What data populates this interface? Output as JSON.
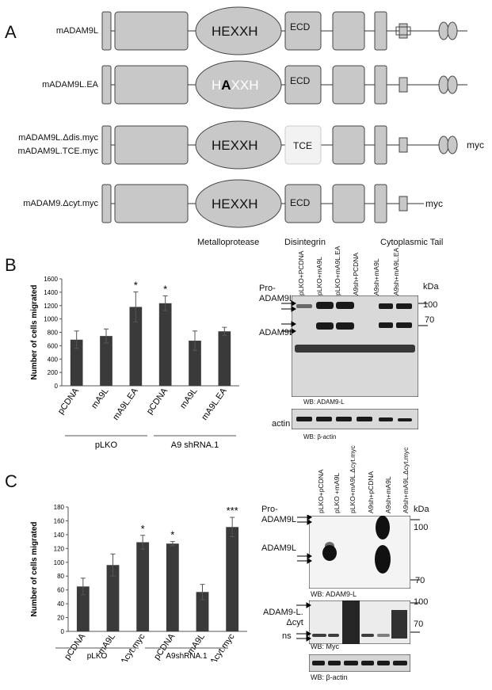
{
  "panelA": {
    "letter": "A",
    "rows": [
      "mADAM9L",
      "mADAM9L.EA",
      "mADAM9L.Δdis.myc",
      "mADAM9L.TCE.myc",
      "mADAM9.Δcyt.myc"
    ],
    "hexxh": "HEXXH",
    "hexxh_mut_prefix": "H",
    "hexxh_mut_letter": "A",
    "hexxh_mut_suffix": "XXH",
    "ecd": "ECD",
    "tce": "TCE",
    "myc": "myc",
    "domain_labels": [
      "Metalloprotease",
      "Disintegrin",
      "Cytoplasmic Tail"
    ]
  },
  "panelB": {
    "letter": "B",
    "blot_lanes": [
      "pLKO+PCDNA",
      "pLKO+mA9L",
      "pLKO+mA9L.EA",
      "A9sh+PCDNA",
      "A9sh+mA9L",
      "A9sh+mA9L.EA"
    ],
    "kda": "kDa",
    "markers": [
      "100",
      "70"
    ],
    "pro_label": "Pro-\nADAM9L",
    "mature_label": "ADAM9L",
    "wb1": "WB: ADAM9-L",
    "actin": "actin",
    "wb2": "WB: β-actin",
    "groups": [
      "pLKO",
      "A9 shRNA.1"
    ]
  },
  "panelC": {
    "letter": "C",
    "blot_lanes": [
      "pLKO+pCDNA",
      "pLKO +mA9L",
      "pLKO+mA9L.Δcyt.myc",
      "A9sh+pCDNA",
      "A9sh+mA9L",
      "A9sh+mA9L.Δcyt.myc"
    ],
    "kda": "kDa",
    "markers_top": [
      "100",
      "70"
    ],
    "markers_mid": [
      "100",
      "70"
    ],
    "pro_label": "Pro-\nADAM9L",
    "mature_label": "ADAM9L",
    "wb1": "WB: ADAM9-L",
    "cyt_label": "ADAM9-L.\nΔcyt",
    "ns_label": "ns",
    "wb2": "WB: Myc",
    "wb3": "WB: β-actin",
    "groups": [
      "pLKO",
      "A9shRNA.1"
    ]
  },
  "chart_data": [
    {
      "type": "bar",
      "ylabel": "Number of cells migrated",
      "categories": [
        "pCDNA",
        "mA9L",
        "mA9L.EA",
        "pCDNA",
        "mA9L",
        "mA9L.EA"
      ],
      "values": [
        690,
        745,
        1180,
        1235,
        675,
        815
      ],
      "errors": [
        130,
        105,
        225,
        110,
        145,
        60
      ],
      "significance": [
        "",
        "",
        "*",
        "*",
        "",
        ""
      ],
      "ylim": [
        0,
        1600
      ],
      "yticks": [
        0,
        200,
        400,
        600,
        800,
        1000,
        1200,
        1400,
        1600
      ],
      "groups": [
        "pLKO",
        "A9 shRNA.1"
      ],
      "bar_color": "#3a3a3a"
    },
    {
      "type": "bar",
      "ylabel": "Number of cells migrated",
      "categories": [
        "pCDNA",
        "mA9L",
        "mA9L.Δcyt.myc",
        "pCDNA",
        "mA9L",
        "mA9L.Δcyt.myc"
      ],
      "values": [
        65,
        96,
        129,
        127,
        57,
        151
      ],
      "errors": [
        12,
        16,
        10,
        3,
        11,
        14
      ],
      "significance": [
        "",
        "",
        "*",
        "*",
        "",
        "***"
      ],
      "ylim": [
        0,
        180
      ],
      "yticks": [
        0,
        20,
        40,
        60,
        80,
        100,
        120,
        140,
        160,
        180
      ],
      "groups": [
        "pLKO",
        "A9shRNA.1"
      ],
      "bar_color": "#3a3a3a"
    }
  ]
}
